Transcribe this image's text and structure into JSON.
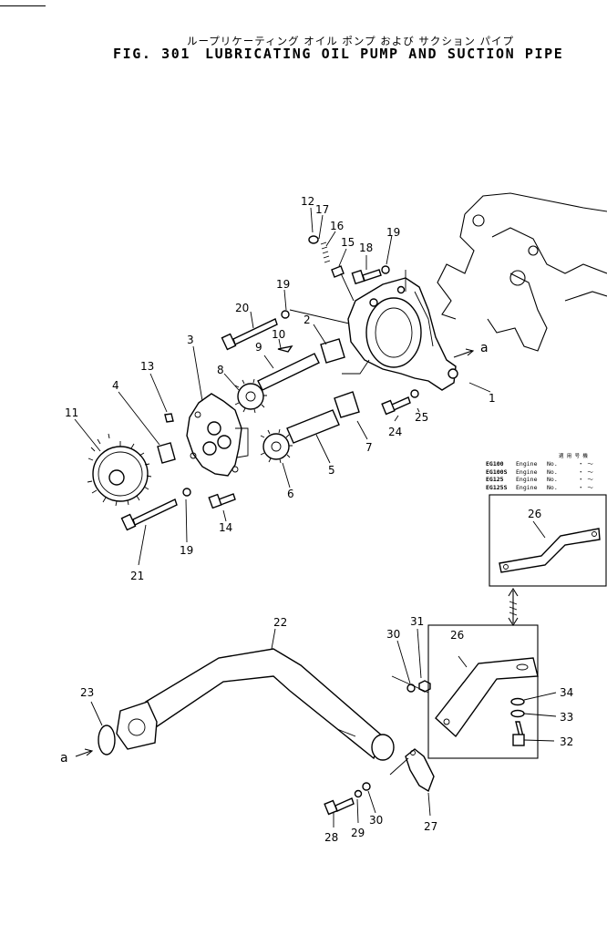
{
  "header": {
    "title_jp": "ループリケーティング オイル ポンプ および サクション パイプ",
    "fig_no": "FIG. 301",
    "title_en": "LUBRICATING OIL PUMP AND SUCTION PIPE"
  },
  "legend": {
    "header": "適 用 号 機",
    "rows": [
      {
        "model": "EG100",
        "col1": "Engine",
        "col2": "No.",
        "range": "・ ～"
      },
      {
        "model": "EG100S",
        "col1": "Engine",
        "col2": "No.",
        "range": "・ ～"
      },
      {
        "model": "EG125",
        "col1": "Engine",
        "col2": "No.",
        "range": "・ ～"
      },
      {
        "model": "EG125S",
        "col1": "Engine",
        "col2": "No.",
        "range": "・ ～"
      }
    ]
  },
  "callouts": {
    "c1": "1",
    "c2": "2",
    "c3": "3",
    "c4": "4",
    "c5": "5",
    "c6": "6",
    "c7": "7",
    "c8": "8",
    "c9": "9",
    "c10": "10",
    "c11": "11",
    "c12": "12",
    "c13": "13",
    "c14": "14",
    "c15": "15",
    "c16": "16",
    "c17": "17",
    "c18": "18",
    "c19a": "19",
    "c19b": "19",
    "c19c": "19",
    "c20": "20",
    "c21": "21",
    "c22": "22",
    "c23": "23",
    "c24": "24",
    "c25": "25",
    "c26a": "26",
    "c26b": "26",
    "c27": "27",
    "c28": "28",
    "c29": "29",
    "c30a": "30",
    "c30b": "30",
    "c31": "31",
    "c32": "32",
    "c33": "33",
    "c34": "34",
    "ref_a1": "a",
    "ref_a2": "a"
  }
}
